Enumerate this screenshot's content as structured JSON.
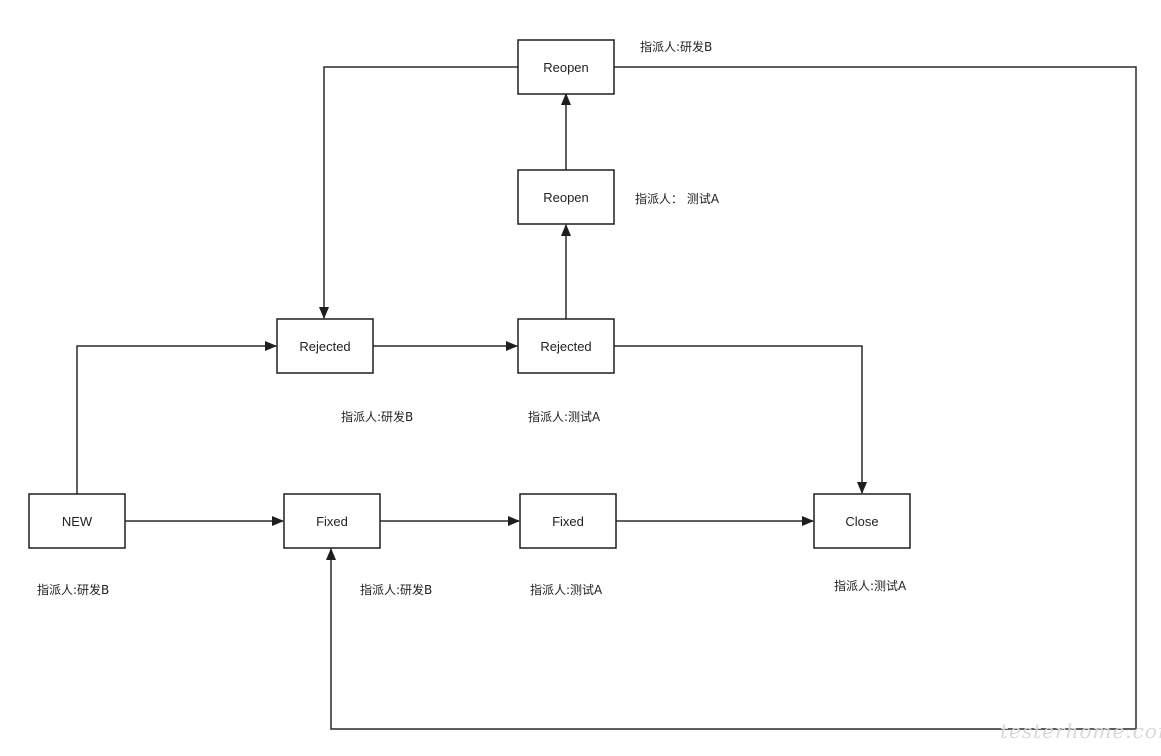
{
  "nodes": {
    "reopen_top": "Reopen",
    "reopen_mid": "Reopen",
    "rejected_left": "Rejected",
    "rejected_right": "Rejected",
    "new": "NEW",
    "fixed_left": "Fixed",
    "fixed_right": "Fixed",
    "close": "Close"
  },
  "labels": {
    "reopen_top": "指派人:研发B",
    "reopen_mid": "指派人： 测试A",
    "rejected_left": "指派人:研发B",
    "rejected_right": "指派人:测试A",
    "new": "指派人:研发B",
    "fixed_left": "指派人:研发B",
    "fixed_right": "指派人:测试A",
    "close": "指派人:测试A"
  },
  "watermark": "testerhome.com"
}
